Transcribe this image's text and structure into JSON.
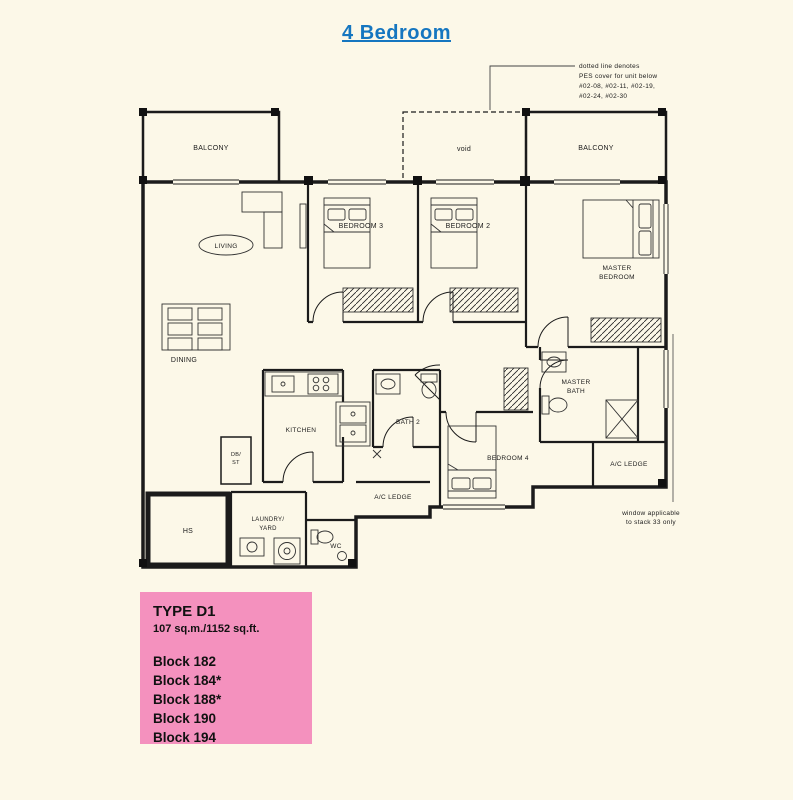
{
  "page": {
    "title": "4 Bedroom"
  },
  "colors": {
    "title_blue": "#1576c0",
    "info_pink": "#f491be",
    "canvas_cream": "#fcf8e8",
    "line_black": "#1b1b1b"
  },
  "plan": {
    "rooms": {
      "balcony_left": "BALCONY",
      "void": "void",
      "balcony_right": "BALCONY",
      "living": "LIVING",
      "dining": "DINING",
      "bedroom3": "BEDROOM 3",
      "bedroom2": "BEDROOM 2",
      "master_bedroom": {
        "line1": "MASTER",
        "line2": "BEDROOM"
      },
      "kitchen": "KITCHEN",
      "bath2": "BATH 2",
      "bedroom4": "BEDROOM 4",
      "master_bath": {
        "line1": "MASTER",
        "line2": "BATH"
      },
      "ac_ledge_right": "A/C LEDGE",
      "ac_ledge_center": "A/C LEDGE",
      "db_st": {
        "line1": "DB/",
        "line2": "ST"
      },
      "hs": "HS",
      "laundry": {
        "line1": "LAUNDRY/",
        "line2": "YARD"
      },
      "wc": "WC"
    },
    "notes": {
      "pes": {
        "line1": "dotted line denotes",
        "line2": "PES cover for unit below",
        "line3": "#02-08, #02-11, #02-19,",
        "line4": "#02-24, #02-30"
      },
      "window": {
        "line1": "window applicable",
        "line2": "to stack 33 only"
      }
    }
  },
  "info_box": {
    "type_label": "TYPE D1",
    "area": "107 sq.m./1152 sq.ft.",
    "blocks": [
      "Block 182",
      "Block 184*",
      "Block 188*",
      "Block 190",
      "Block 194"
    ]
  }
}
